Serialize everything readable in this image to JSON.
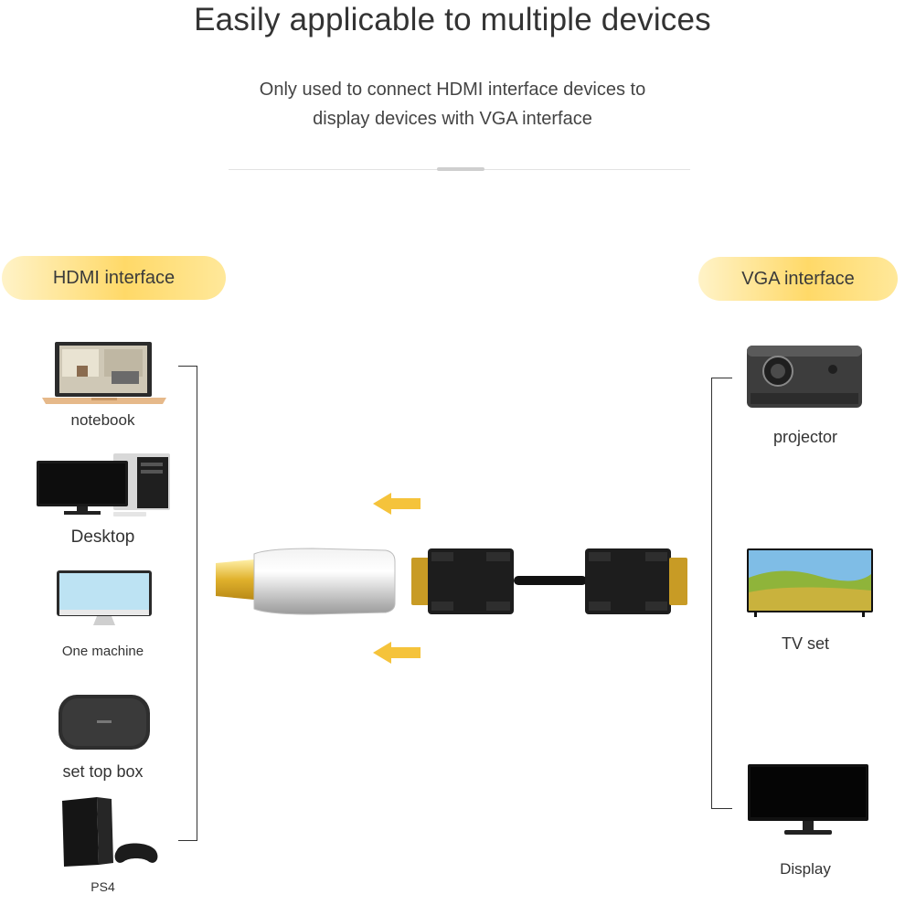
{
  "header": {
    "title": "Easily applicable to multiple devices",
    "subtitle_line1": "Only used to connect HDMI interface devices to",
    "subtitle_line2": "display devices with VGA interface"
  },
  "left": {
    "badge": "HDMI interface",
    "devices": [
      {
        "label": "notebook",
        "icon": "laptop-icon"
      },
      {
        "label": "Desktop",
        "icon": "desktop-computer-icon"
      },
      {
        "label": "One machine",
        "icon": "all-in-one-pc-icon"
      },
      {
        "label": "set top box",
        "icon": "set-top-box-icon"
      },
      {
        "label": "PS4",
        "icon": "game-console-icon"
      }
    ]
  },
  "right": {
    "badge": "VGA interface",
    "devices": [
      {
        "label": "projector",
        "icon": "projector-icon"
      },
      {
        "label": "TV set",
        "icon": "tv-icon"
      },
      {
        "label": "Display",
        "icon": "monitor-icon"
      }
    ]
  },
  "colors": {
    "accent_gold": "#ffd968",
    "arrow_gold": "#f5c33b",
    "text": "#333333"
  }
}
